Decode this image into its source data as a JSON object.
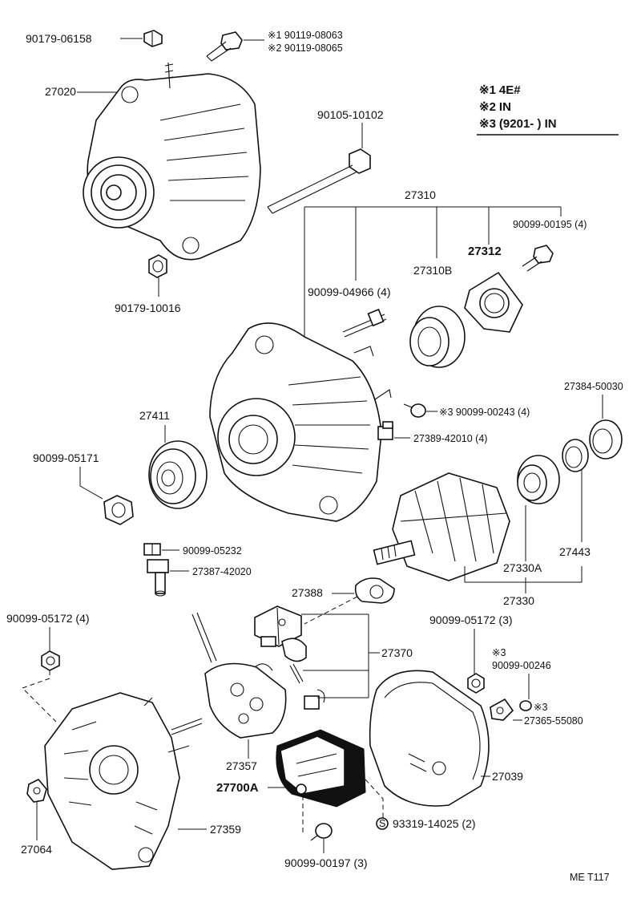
{
  "legend": {
    "entries": [
      {
        "mark": "※1",
        "text": "4E#"
      },
      {
        "mark": "※2",
        "text": "IN"
      },
      {
        "mark": "※3",
        "text": "(9201-        ) IN"
      }
    ]
  },
  "labels": {
    "p90179_06158": "90179-06158",
    "p90119_bolts": [
      "※1 90119-08063",
      "※2 90119-08065"
    ],
    "p27020": "27020",
    "p90105_10102": "90105-10102",
    "p27310": "27310",
    "p90099_00195": "90099-00195 (4)",
    "p27312": "27312",
    "p27310B": "27310B",
    "p90099_04966": "90099-04966 (4)",
    "p90179_10016": "90179-10016",
    "p27384_50030": "27384-50030",
    "p90099_00243": "※3 90099-00243 (4)",
    "p27389_42010": "27389-42010 (4)",
    "p27411": "27411",
    "p90099_05171": "90099-05171",
    "p27443": "27443",
    "p27330A": "27330A",
    "p27330": "27330",
    "p90099_05232": "90099-05232",
    "p27387_42020": "27387-42020",
    "p27388": "27388",
    "p90099_05172_4": "90099-05172 (4)",
    "p90099_05172_3": "90099-05172 (3)",
    "p27370": "27370",
    "p90099_00246": [
      "※3",
      "90099-00246"
    ],
    "p27365_55080": [
      "※3",
      "27365-55080"
    ],
    "p27357": "27357",
    "p27700A": "27700A",
    "p27039": "27039",
    "p27359": "27359",
    "p27064": "27064",
    "p93319_14025": "93319-14025 (2)",
    "p93319_marker": "S",
    "p90099_00197": "90099-00197 (3)",
    "drawing_code": "ME  T117"
  }
}
